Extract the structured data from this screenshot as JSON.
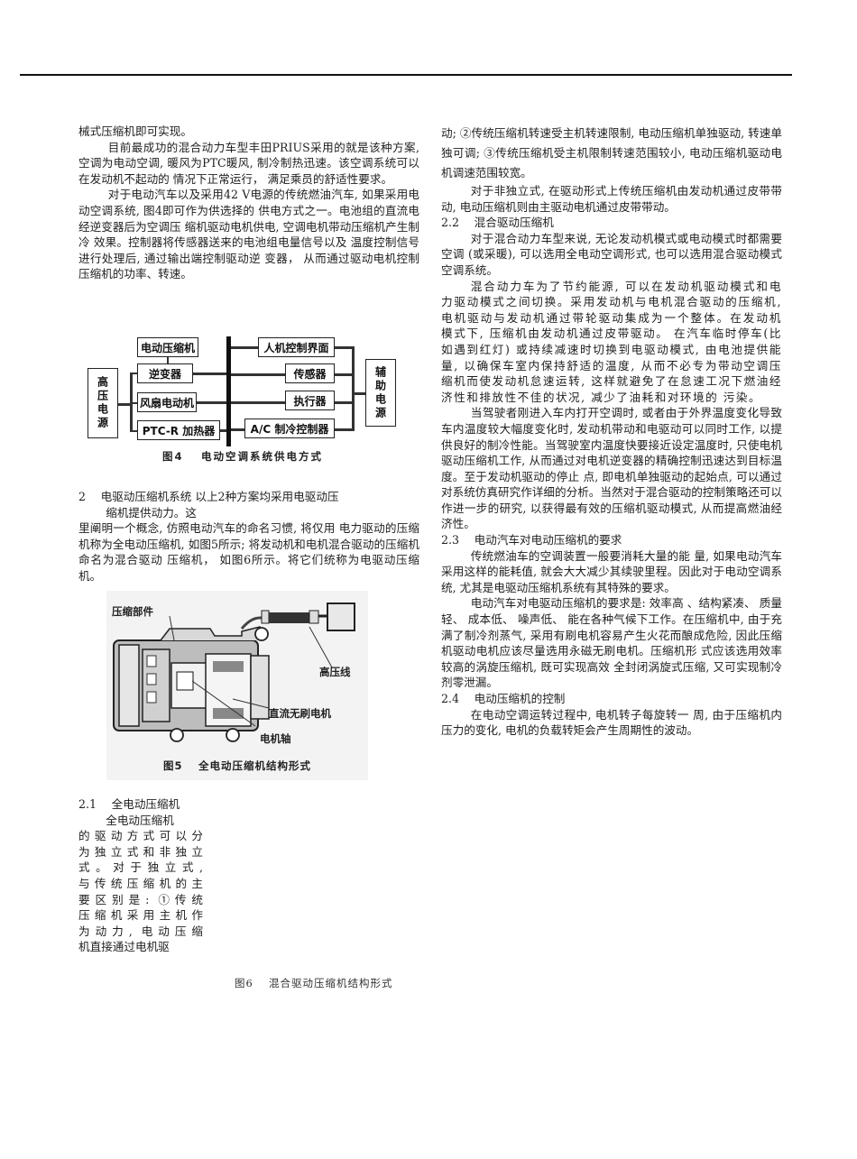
{
  "left_column": {
    "p0": "械式压缩机即可实现。",
    "p1": "目前最成功的混合动力车型丰田PRIUS采用的就是该种方案, 空调为电动空调, 暖风为PTC暖风, 制冷制热迅速。该空调系统可以在发动机不起动的 情况下正常运行， 满足乘员的舒适性要求。",
    "p2": "对于电动汽车以及采用42 V电源的传统燃油汽车, 如果采用电动空调系统, 图4即可作为供选择的 供电方式之一。电池组的直流电经逆变器后为空调压 缩机驱动电机供电, 空调电机带动压缩机产生制冷 效果。控制器将传感器送来的电池组电量信号以及 温度控制信号进行处理后, 通过输出端控制驱动逆 变器， 从而通过驱动电机控制压缩机的功率、转速。",
    "section2_heading": "2　 电驱动压缩机系统  以上2种方案均采用电驱动压",
    "section2_heading_cont": "缩机提供动力。这",
    "p3": "里阐明一个概念, 仿照电动汽车的命名习惯, 将仅用 电力驱动的压缩机称为全电动压缩机, 如图5所示; 将发动机和电机混合驱动的压缩机命名为混合驱动 压缩机， 如图6所示。将它们统称为电驱动压缩机。"
  },
  "figure4": {
    "caption": "图4　 电动空调系统供电方式",
    "boxes": {
      "hv_source": "高压电源",
      "compressor": "电动压缩机",
      "inverter": "逆变器",
      "fan_motor": "风扇电动机",
      "ptc_heater": "PTC-R 加热器",
      "hmi": "人机控制界面",
      "sensor": "传感器",
      "actuator": "执行器",
      "ac_controller": "A/C 制冷控制器",
      "aux_source": "辅助电源"
    }
  },
  "figure5": {
    "caption": "图5　 全电动压缩机结构形式",
    "labels": {
      "compression_part": "压缩部件",
      "hv_cable": "高压线",
      "bldc_motor": "直流无刷电机",
      "motor_shaft": "电机轴"
    }
  },
  "section21": {
    "heading": "2.1　 全电动压缩机",
    "lines": [
      "全电动压缩机",
      "的驱动方式可以分",
      "为独立式和非独立",
      "式 。 对 于 独 立 式 ,",
      "与传统压缩机的主",
      "要区别是: ①传统",
      "压缩机采用主机作",
      "为动力, 电动压缩",
      "机直接通过电机驱"
    ]
  },
  "figure6": {
    "caption": "图6　 混合驱动压缩机结构形式"
  },
  "right_column": {
    "p0": "动;  ②传统压缩机转速受主机转速限制,  电动压缩机单独驱动,  转速单独可调;  ③传统压缩机受主机限制转速范围较小,  电动压缩机驱动电机调速范围较宽。",
    "p1": "对于非独立式, 在驱动形式上传统压缩机由发动机通过皮带带动, 电动压缩机则由主驱动电机通过皮带带动。",
    "h22": "2.2　 混合驱动压缩机",
    "p2": "对于混合动力车型来说, 无论发动机模式或电动模式时都需要空调 (或采暖),  可以选用全电动空调形式,  也可以选用混合驱动模式空调系统。",
    "p3": "混合动力车为了节约能源, 可以在发动机驱动模式和电力驱动模式之间切换。采用发动机与电机混合驱动的压缩机, 电机驱动与发动机通过带轮驱动集成为一个整体。在发动机模式下, 压缩机由发动机通过皮带驱动。 在汽车临时停车(比如遇到红灯) 或持续减速时切换到电驱动模式, 由电池提供能量, 以确保车室内保持舒适的温度, 从而不必专为带动空调压缩机而使发动机怠速运转, 这样就避免了在怠速工况下燃油经济性和排放性不佳的状况, 减少了油耗和对环境的 污染。",
    "p4": "当驾驶者刚进入车内打开空调时, 或者由于外界温度变化导致车内温度较大幅度变化时, 发动机带动和电驱动可以同时工作, 以提供良好的制冷性能。当驾驶室内温度快要接近设定温度时, 只使电机驱动压缩机工作,  从而通过对电机逆变器的精确控制迅速达到目标温度。至于发动机驱动的停止 点, 即电机单独驱动的起始点, 可以通过对系统仿真研究作详细的分析。当然对于混合驱动的控制策略还可以作进一步的研究, 以获得最有效的压缩机驱动模式,  从而提高燃油经济性。",
    "h23": "2.3　 电动汽车对电动压缩机的要求",
    "p5": "传统燃油车的空调装置一般要消耗大量的能 量, 如果电动汽车采用这样的能耗值, 就会大大减少其续驶里程。因此对于电动空调系统, 尤其是电驱动压缩机系统有其特殊的要求。",
    "p6": "电动汽车对电驱动压缩机的要求是:  效率高 、结构紧凑、 质量轻、 成本低、 噪声低、 能在各种气候下工作。在压缩机中,  由于充满了制冷剂蒸气, 采用有刷电机容易产生火花而酿成危险,  因此压缩 机驱动电机应该尽量选用永磁无刷电机。压缩机形 式应该选用效率较高的涡旋压缩机,  既可实现高效 全封闭涡旋式压缩,  又可实现制冷剂零泄漏。",
    "h24": "2.4　 电动压缩机的控制",
    "p7": "在电动空调运转过程中, 电机转子每旋转一 周, 由于压缩机内压力的变化, 电机的负载转矩会产生周期性的波动。"
  }
}
